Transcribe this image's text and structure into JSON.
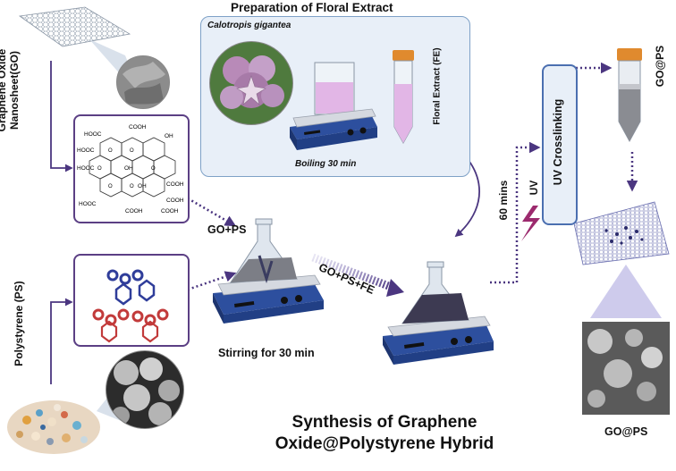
{
  "title": {
    "line1": "Synthesis of Graphene",
    "line2": "Oxide@Polystyrene Hybrid"
  },
  "panel": {
    "title": "Preparation of Floral Extract",
    "species": "Calotropis gigantea",
    "boiling": "Boiling 30 min",
    "tube_label": "Floral Extract (FE)"
  },
  "labels": {
    "go": "Graphene Oxide Nanosheet(GO)",
    "ps": "Polystyrene (PS)",
    "go_ps": "GO+PS",
    "go_ps_fe": "GO+PS+FE",
    "stirring": "Stirring for 30 min",
    "uv_time": "60 mins",
    "uv": "UV",
    "uv_crosslink": "UV Crosslinking",
    "product_tube": "GO@PS",
    "product_sem": "GO@PS"
  },
  "chem": {
    "groups": [
      "HOOC",
      "COOH",
      "HOOC",
      "OH",
      "OH",
      "OH",
      "COOH",
      "HOOC",
      "COOH",
      "HOOC",
      "COOH",
      "COOH",
      "O",
      "O",
      "O",
      "O",
      "O",
      "O"
    ]
  },
  "colors": {
    "arrow": "#4b3680",
    "panel_bg": "#e8eff8",
    "panel_border": "#7ea1c7",
    "liquid_pink": "#e2b6e6",
    "liquid_dark": "#4a4560",
    "stirrer_blue": "#2d4f9e"
  }
}
